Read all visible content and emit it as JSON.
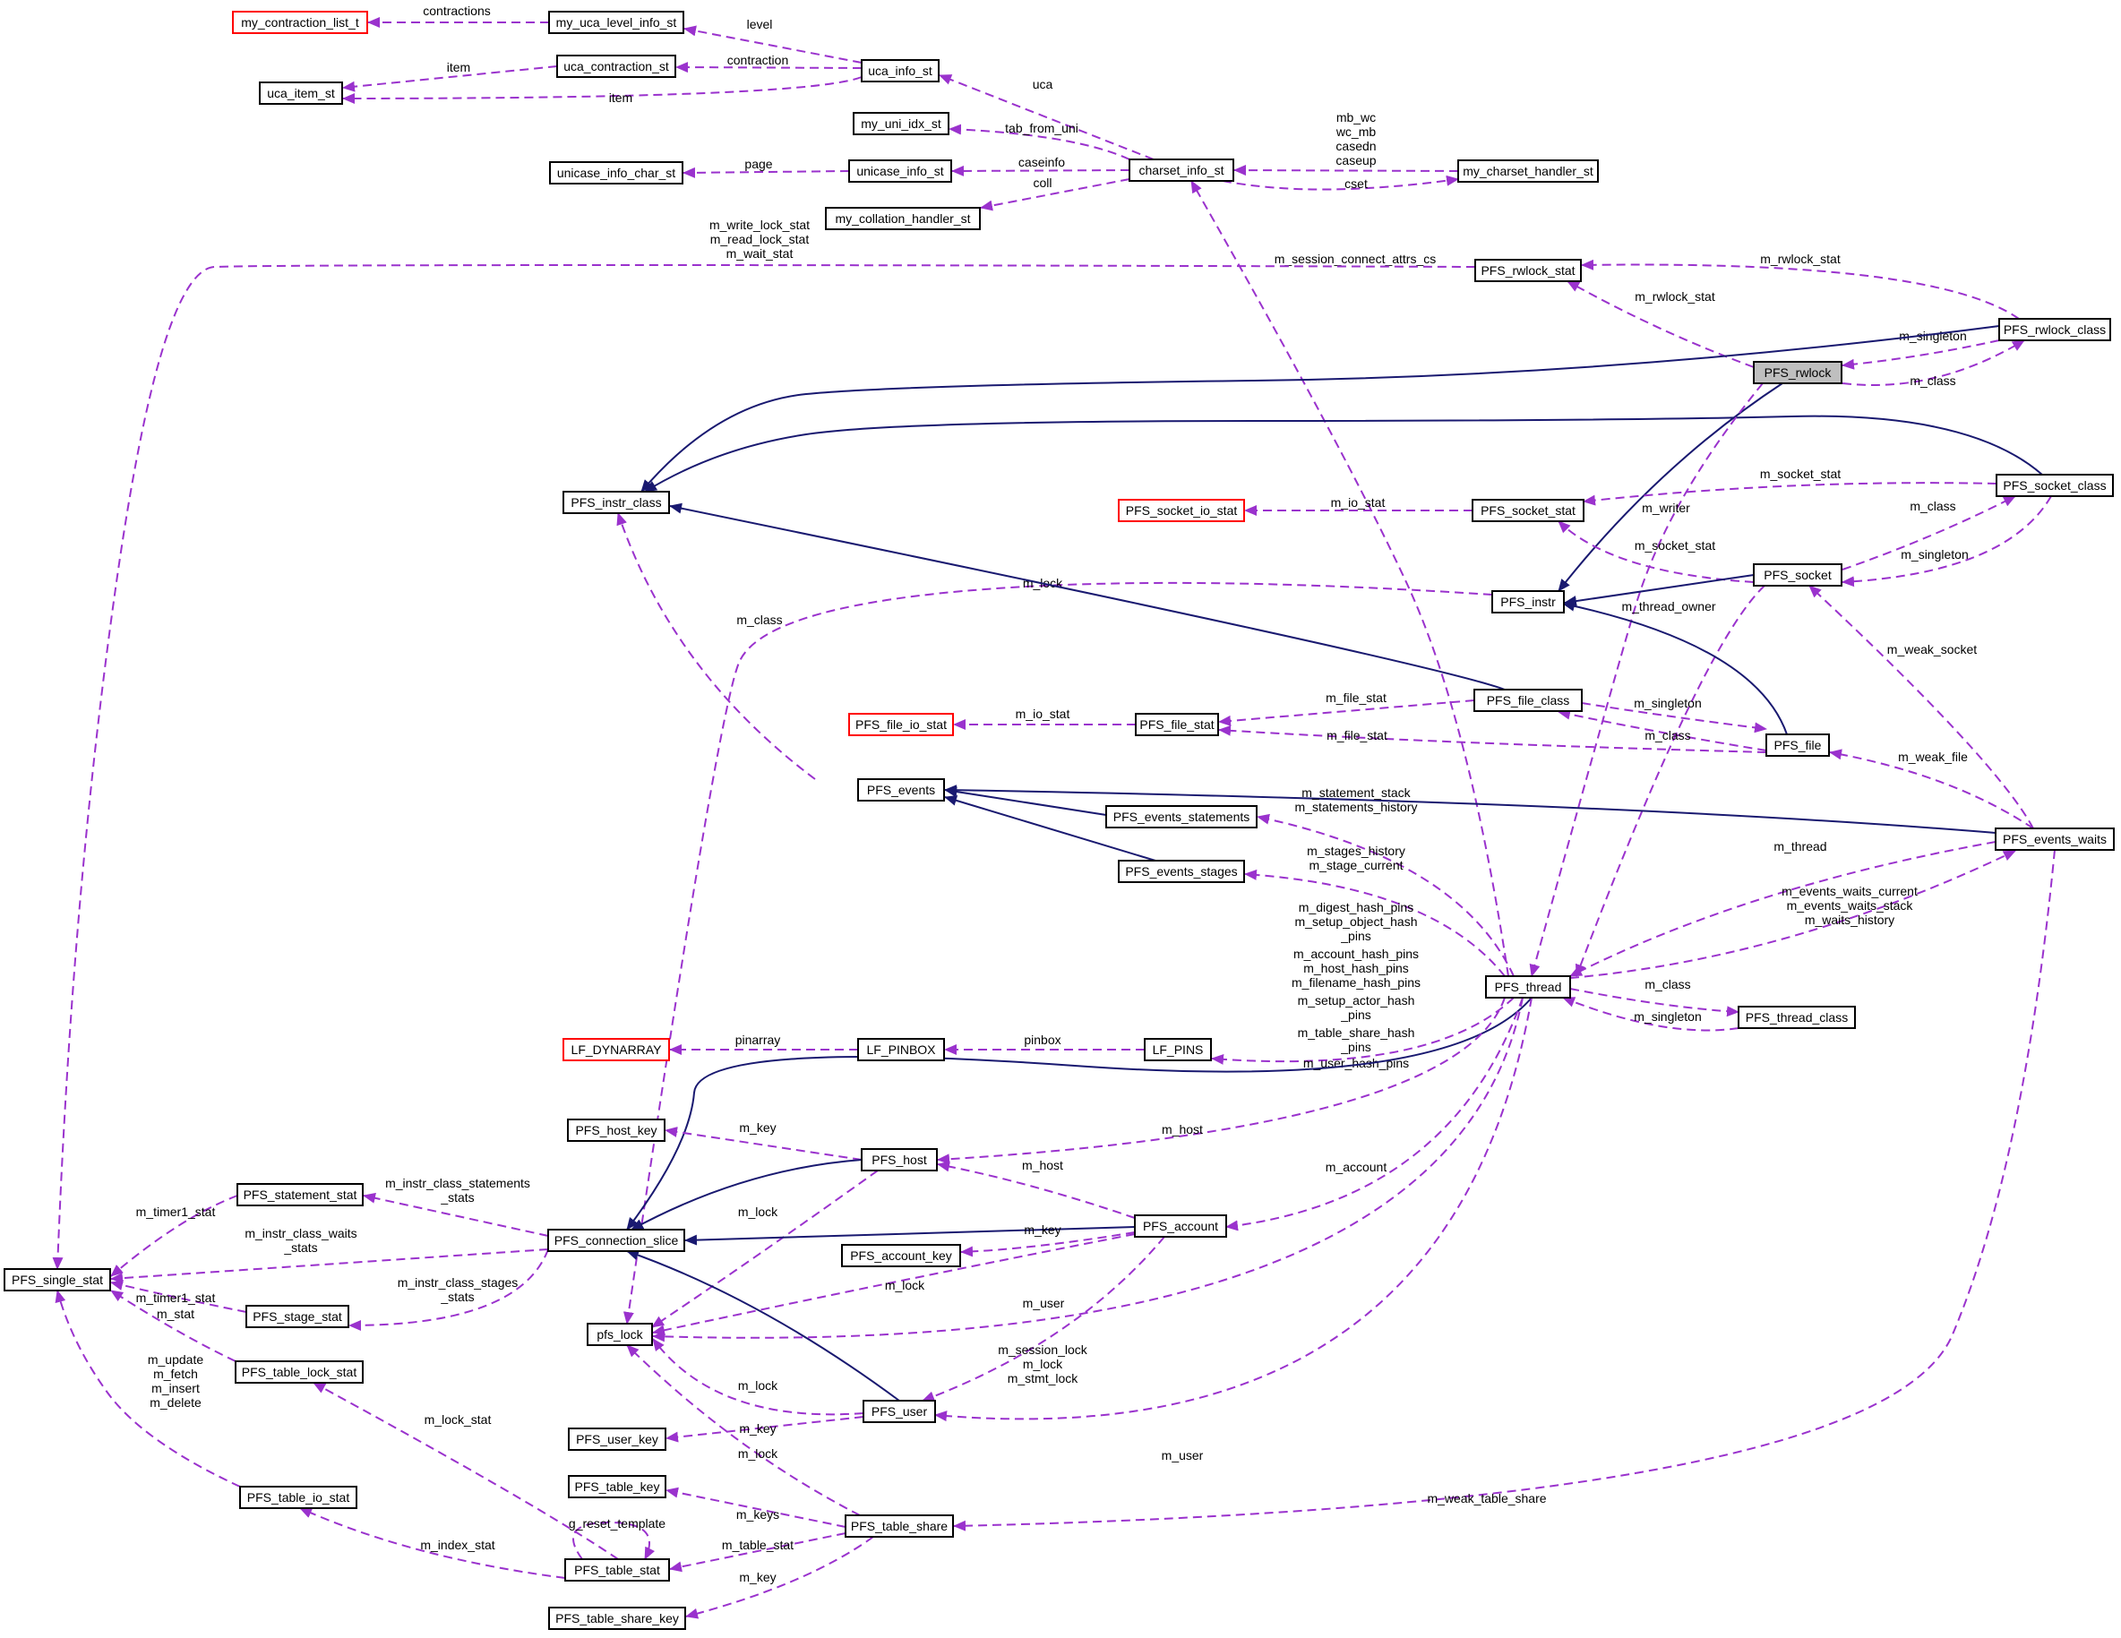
{
  "colors": {
    "inheritance_edge": "#191970",
    "usage_edge": "#9a32cd",
    "external_border": "#ff0000",
    "focus_fill": "#bfbfbf"
  },
  "nodes": [
    {
      "id": "my_contraction_list_t",
      "label": "my_contraction_list_t",
      "style": "external"
    },
    {
      "id": "my_uca_level_info_st",
      "label": "my_uca_level_info_st"
    },
    {
      "id": "uca_item_st",
      "label": "uca_item_st"
    },
    {
      "id": "uca_contraction_st",
      "label": "uca_contraction_st"
    },
    {
      "id": "uca_info_st",
      "label": "uca_info_st"
    },
    {
      "id": "my_uni_idx_st",
      "label": "my_uni_idx_st"
    },
    {
      "id": "unicase_info_char_st",
      "label": "unicase_info_char_st"
    },
    {
      "id": "unicase_info_st",
      "label": "unicase_info_st"
    },
    {
      "id": "charset_info_st",
      "label": "charset_info_st"
    },
    {
      "id": "my_charset_handler_st",
      "label": "my_charset_handler_st"
    },
    {
      "id": "my_collation_handler_st",
      "label": "my_collation_handler_st"
    },
    {
      "id": "PFS_rwlock_stat",
      "label": "PFS_rwlock_stat"
    },
    {
      "id": "PFS_rwlock_class",
      "label": "PFS_rwlock_class"
    },
    {
      "id": "PFS_rwlock",
      "label": "PFS_rwlock",
      "style": "focus"
    },
    {
      "id": "PFS_instr_class",
      "label": "PFS_instr_class"
    },
    {
      "id": "PFS_socket_io_stat",
      "label": "PFS_socket_io_stat",
      "style": "external"
    },
    {
      "id": "PFS_socket_stat",
      "label": "PFS_socket_stat"
    },
    {
      "id": "PFS_socket_class",
      "label": "PFS_socket_class"
    },
    {
      "id": "PFS_socket",
      "label": "PFS_socket"
    },
    {
      "id": "PFS_instr",
      "label": "PFS_instr"
    },
    {
      "id": "PFS_file_class",
      "label": "PFS_file_class"
    },
    {
      "id": "PFS_file_io_stat",
      "label": "PFS_file_io_stat",
      "style": "external"
    },
    {
      "id": "PFS_file_stat",
      "label": "PFS_file_stat"
    },
    {
      "id": "PFS_file",
      "label": "PFS_file"
    },
    {
      "id": "PFS_events",
      "label": "PFS_events"
    },
    {
      "id": "PFS_events_statements",
      "label": "PFS_events_statements"
    },
    {
      "id": "PFS_events_waits",
      "label": "PFS_events_waits"
    },
    {
      "id": "PFS_events_stages",
      "label": "PFS_events_stages"
    },
    {
      "id": "PFS_thread",
      "label": "PFS_thread"
    },
    {
      "id": "PFS_thread_class",
      "label": "PFS_thread_class"
    },
    {
      "id": "LF_DYNARRAY",
      "label": "LF_DYNARRAY",
      "style": "external"
    },
    {
      "id": "LF_PINBOX",
      "label": "LF_PINBOX"
    },
    {
      "id": "LF_PINS",
      "label": "LF_PINS"
    },
    {
      "id": "PFS_host_key",
      "label": "PFS_host_key"
    },
    {
      "id": "PFS_host",
      "label": "PFS_host"
    },
    {
      "id": "PFS_statement_stat",
      "label": "PFS_statement_stat"
    },
    {
      "id": "PFS_connection_slice",
      "label": "PFS_connection_slice"
    },
    {
      "id": "PFS_account",
      "label": "PFS_account"
    },
    {
      "id": "PFS_account_key",
      "label": "PFS_account_key"
    },
    {
      "id": "PFS_single_stat",
      "label": "PFS_single_stat"
    },
    {
      "id": "PFS_stage_stat",
      "label": "PFS_stage_stat"
    },
    {
      "id": "pfs_lock",
      "label": "pfs_lock"
    },
    {
      "id": "PFS_table_lock_stat",
      "label": "PFS_table_lock_stat"
    },
    {
      "id": "PFS_user_key",
      "label": "PFS_user_key"
    },
    {
      "id": "PFS_user",
      "label": "PFS_user"
    },
    {
      "id": "PFS_table_io_stat",
      "label": "PFS_table_io_stat"
    },
    {
      "id": "PFS_table_key",
      "label": "PFS_table_key"
    },
    {
      "id": "PFS_table_share",
      "label": "PFS_table_share"
    },
    {
      "id": "PFS_table_stat",
      "label": "PFS_table_stat"
    },
    {
      "id": "PFS_table_share_key",
      "label": "PFS_table_share_key"
    }
  ],
  "edges": [
    {
      "from": "my_uca_level_info_st",
      "to": "my_contraction_list_t",
      "kind": "use",
      "label": [
        "contractions"
      ]
    },
    {
      "from": "uca_info_st",
      "to": "my_uca_level_info_st",
      "kind": "use",
      "label": [
        "level"
      ]
    },
    {
      "from": "uca_contraction_st",
      "to": "uca_item_st",
      "kind": "use",
      "label": [
        "item"
      ]
    },
    {
      "from": "uca_info_st",
      "to": "uca_contraction_st",
      "kind": "use",
      "label": [
        "contraction"
      ]
    },
    {
      "from": "uca_info_st",
      "to": "uca_item_st",
      "kind": "use",
      "label": [
        "item"
      ]
    },
    {
      "from": "charset_info_st",
      "to": "uca_info_st",
      "kind": "use",
      "label": [
        "uca"
      ]
    },
    {
      "from": "charset_info_st",
      "to": "my_uni_idx_st",
      "kind": "use",
      "label": [
        "tab_from_uni"
      ]
    },
    {
      "from": "unicase_info_st",
      "to": "unicase_info_char_st",
      "kind": "use",
      "label": [
        "page"
      ]
    },
    {
      "from": "charset_info_st",
      "to": "unicase_info_st",
      "kind": "use",
      "label": [
        "caseinfo"
      ]
    },
    {
      "from": "charset_info_st",
      "to": "my_collation_handler_st",
      "kind": "use",
      "label": [
        "coll"
      ]
    },
    {
      "from": "my_charset_handler_st",
      "to": "charset_info_st",
      "kind": "use",
      "label": [
        "mb_wc",
        "wc_mb",
        "casedn",
        "caseup"
      ]
    },
    {
      "from": "charset_info_st",
      "to": "my_charset_handler_st",
      "kind": "use",
      "label": [
        "cset"
      ]
    },
    {
      "from": "PFS_thread",
      "to": "charset_info_st",
      "kind": "use",
      "label": [
        "m_session_connect_attrs_cs"
      ]
    },
    {
      "from": "PFS_rwlock_stat",
      "to": "PFS_single_stat",
      "kind": "use",
      "label": [
        "m_write_lock_stat",
        "m_read_lock_stat",
        "m_wait_stat"
      ]
    },
    {
      "from": "PFS_rwlock_class",
      "to": "PFS_rwlock_stat",
      "kind": "use",
      "label": [
        "m_rwlock_stat"
      ]
    },
    {
      "from": "PFS_rwlock",
      "to": "PFS_rwlock_stat",
      "kind": "use",
      "label": [
        "m_rwlock_stat"
      ]
    },
    {
      "from": "PFS_rwlock_class",
      "to": "PFS_rwlock",
      "kind": "use",
      "label": [
        "m_singleton"
      ]
    },
    {
      "from": "PFS_rwlock",
      "to": "PFS_rwlock_class",
      "kind": "use",
      "label": [
        "m_class"
      ]
    },
    {
      "from": "PFS_rwlock_class",
      "to": "PFS_instr_class",
      "kind": "inherit",
      "label": []
    },
    {
      "from": "PFS_socket_class",
      "to": "PFS_instr_class",
      "kind": "inherit",
      "label": []
    },
    {
      "from": "PFS_rwlock",
      "to": "PFS_instr",
      "kind": "inherit",
      "label": []
    },
    {
      "from": "PFS_rwlock",
      "to": "PFS_thread",
      "kind": "use",
      "label": [
        "m_writer"
      ]
    },
    {
      "from": "PFS_socket_stat",
      "to": "PFS_socket_io_stat",
      "kind": "use",
      "label": [
        "m_io_stat"
      ]
    },
    {
      "from": "PFS_socket_class",
      "to": "PFS_socket_stat",
      "kind": "use",
      "label": [
        "m_socket_stat"
      ]
    },
    {
      "from": "PFS_socket",
      "to": "PFS_socket_class",
      "kind": "use",
      "label": [
        "m_class"
      ]
    },
    {
      "from": "PFS_socket",
      "to": "PFS_socket_stat",
      "kind": "use",
      "label": [
        "m_socket_stat"
      ]
    },
    {
      "from": "PFS_socket_class",
      "to": "PFS_socket",
      "kind": "use",
      "label": [
        "m_singleton"
      ]
    },
    {
      "from": "PFS_socket",
      "to": "PFS_instr",
      "kind": "inherit",
      "label": []
    },
    {
      "from": "PFS_instr",
      "to": "pfs_lock",
      "kind": "use",
      "label": [
        "m_lock"
      ]
    },
    {
      "from": "PFS_file_class",
      "to": "PFS_instr_class",
      "kind": "inherit",
      "label": []
    },
    {
      "from": "PFS_events",
      "to": "PFS_instr_class",
      "kind": "use",
      "label": [
        "m_class"
      ]
    },
    {
      "from": "PFS_socket",
      "to": "PFS_thread",
      "kind": "use",
      "label": [
        "m_thread_owner"
      ]
    },
    {
      "from": "PFS_events_waits",
      "to": "PFS_socket",
      "kind": "use",
      "label": [
        "m_weak_socket"
      ]
    },
    {
      "from": "PFS_file_class",
      "to": "PFS_file_stat",
      "kind": "use",
      "label": [
        "m_file_stat"
      ]
    },
    {
      "from": "PFS_file_stat",
      "to": "PFS_file_io_stat",
      "kind": "use",
      "label": [
        "m_io_stat"
      ]
    },
    {
      "from": "PFS_file_class",
      "to": "PFS_file",
      "kind": "use",
      "label": [
        "m_singleton"
      ]
    },
    {
      "from": "PFS_file",
      "to": "PFS_file_class",
      "kind": "use",
      "label": [
        "m_class"
      ]
    },
    {
      "from": "PFS_file",
      "to": "PFS_file_stat",
      "kind": "use",
      "label": [
        "m_file_stat"
      ]
    },
    {
      "from": "PFS_file",
      "to": "PFS_instr",
      "kind": "inherit",
      "label": []
    },
    {
      "from": "PFS_events_waits",
      "to": "PFS_file",
      "kind": "use",
      "label": [
        "m_weak_file"
      ]
    },
    {
      "from": "PFS_events_statements",
      "to": "PFS_events",
      "kind": "inherit",
      "label": []
    },
    {
      "from": "PFS_events_waits",
      "to": "PFS_events",
      "kind": "inherit",
      "label": []
    },
    {
      "from": "PFS_events_stages",
      "to": "PFS_events",
      "kind": "inherit",
      "label": []
    },
    {
      "from": "PFS_thread",
      "to": "PFS_events_statements",
      "kind": "use",
      "label": [
        "m_statement_stack",
        "m_statements_history"
      ]
    },
    {
      "from": "PFS_thread",
      "to": "PFS_events_stages",
      "kind": "use",
      "label": [
        "m_stages_history",
        "m_stage_current"
      ]
    },
    {
      "from": "PFS_events_waits",
      "to": "PFS_thread",
      "kind": "use",
      "label": [
        "m_thread"
      ]
    },
    {
      "from": "PFS_thread",
      "to": "PFS_events_waits",
      "kind": "use",
      "label": [
        "m_events_waits_current",
        "m_events_waits_stack",
        "m_waits_history"
      ]
    },
    {
      "from": "PFS_thread",
      "to": "PFS_thread_class",
      "kind": "use",
      "label": [
        "m_class"
      ]
    },
    {
      "from": "PFS_thread_class",
      "to": "PFS_thread",
      "kind": "use",
      "label": [
        "m_singleton"
      ]
    },
    {
      "from": "PFS_thread",
      "to": "LF_PINS",
      "kind": "use",
      "label": [
        "m_digest_hash_pins",
        "m_setup_object_hash",
        "_pins",
        "m_account_hash_pins",
        "m_host_hash_pins",
        "m_filename_hash_pins",
        "m_setup_actor_hash",
        "_pins",
        "m_table_share_hash",
        "_pins",
        "m_user_hash_pins"
      ]
    },
    {
      "from": "LF_PINS",
      "to": "LF_PINBOX",
      "kind": "use",
      "label": [
        "pinbox"
      ]
    },
    {
      "from": "LF_PINBOX",
      "to": "LF_DYNARRAY",
      "kind": "use",
      "label": [
        "pinarray"
      ]
    },
    {
      "from": "PFS_thread",
      "to": "PFS_connection_slice",
      "kind": "inherit",
      "label": []
    },
    {
      "from": "PFS_host",
      "to": "PFS_host_key",
      "kind": "use",
      "label": [
        "m_key"
      ]
    },
    {
      "from": "PFS_thread",
      "to": "PFS_host",
      "kind": "use",
      "label": [
        "m_host"
      ]
    },
    {
      "from": "PFS_account",
      "to": "PFS_host",
      "kind": "use",
      "label": [
        "m_host"
      ]
    },
    {
      "from": "PFS_host",
      "to": "PFS_connection_slice",
      "kind": "inherit",
      "label": []
    },
    {
      "from": "PFS_host",
      "to": "pfs_lock",
      "kind": "use",
      "label": [
        "m_lock"
      ]
    },
    {
      "from": "PFS_thread",
      "to": "PFS_account",
      "kind": "use",
      "label": [
        "m_account"
      ]
    },
    {
      "from": "PFS_connection_slice",
      "to": "PFS_statement_stat",
      "kind": "use",
      "label": [
        "m_instr_class_statements",
        "_stats"
      ]
    },
    {
      "from": "PFS_statement_stat",
      "to": "PFS_single_stat",
      "kind": "use",
      "label": [
        "m_timer1_stat"
      ]
    },
    {
      "from": "PFS_connection_slice",
      "to": "PFS_single_stat",
      "kind": "use",
      "label": [
        "m_instr_class_waits",
        "_stats"
      ]
    },
    {
      "from": "PFS_account",
      "to": "PFS_connection_slice",
      "kind": "inherit",
      "label": []
    },
    {
      "from": "PFS_account",
      "to": "PFS_account_key",
      "kind": "use",
      "label": [
        "m_key"
      ]
    },
    {
      "from": "PFS_account",
      "to": "pfs_lock",
      "kind": "use",
      "label": [
        "m_lock"
      ]
    },
    {
      "from": "PFS_account",
      "to": "PFS_user",
      "kind": "use",
      "label": [
        "m_user"
      ]
    },
    {
      "from": "PFS_stage_stat",
      "to": "PFS_single_stat",
      "kind": "use",
      "label": [
        "m_timer1_stat"
      ]
    },
    {
      "from": "PFS_connection_slice",
      "to": "PFS_stage_stat",
      "kind": "use",
      "label": [
        "m_instr_class_stages",
        "_stats"
      ]
    },
    {
      "from": "PFS_table_lock_stat",
      "to": "PFS_single_stat",
      "kind": "use",
      "label": [
        "m_stat"
      ]
    },
    {
      "from": "PFS_table_io_stat",
      "to": "PFS_single_stat",
      "kind": "use",
      "label": [
        "m_update",
        "m_fetch",
        "m_insert",
        "m_delete"
      ]
    },
    {
      "from": "PFS_thread",
      "to": "pfs_lock",
      "kind": "use",
      "label": [
        "m_session_lock",
        "m_lock",
        "m_stmt_lock"
      ]
    },
    {
      "from": "PFS_user",
      "to": "PFS_connection_slice",
      "kind": "inherit",
      "label": []
    },
    {
      "from": "PFS_user",
      "to": "pfs_lock",
      "kind": "use",
      "label": [
        "m_lock"
      ]
    },
    {
      "from": "PFS_user",
      "to": "PFS_user_key",
      "kind": "use",
      "label": [
        "m_key"
      ]
    },
    {
      "from": "PFS_thread",
      "to": "PFS_user",
      "kind": "use",
      "label": [
        "m_user"
      ]
    },
    {
      "from": "PFS_table_stat",
      "to": "PFS_table_lock_stat",
      "kind": "use",
      "label": [
        "m_lock_stat"
      ]
    },
    {
      "from": "PFS_table_share",
      "to": "pfs_lock",
      "kind": "use",
      "label": [
        "m_lock"
      ]
    },
    {
      "from": "PFS_table_stat",
      "to": "PFS_table_io_stat",
      "kind": "use",
      "label": [
        "m_index_stat"
      ]
    },
    {
      "from": "PFS_table_share",
      "to": "PFS_table_key",
      "kind": "use",
      "label": [
        "m_keys"
      ]
    },
    {
      "from": "PFS_table_stat",
      "to": "PFS_table_stat",
      "kind": "use",
      "label": [
        "g_reset_template"
      ]
    },
    {
      "from": "PFS_table_share",
      "to": "PFS_table_stat",
      "kind": "use",
      "label": [
        "m_table_stat"
      ]
    },
    {
      "from": "PFS_table_share",
      "to": "PFS_table_share_key",
      "kind": "use",
      "label": [
        "m_key"
      ]
    },
    {
      "from": "PFS_events_waits",
      "to": "PFS_table_share",
      "kind": "use",
      "label": [
        "m_weak_table_share"
      ]
    }
  ]
}
